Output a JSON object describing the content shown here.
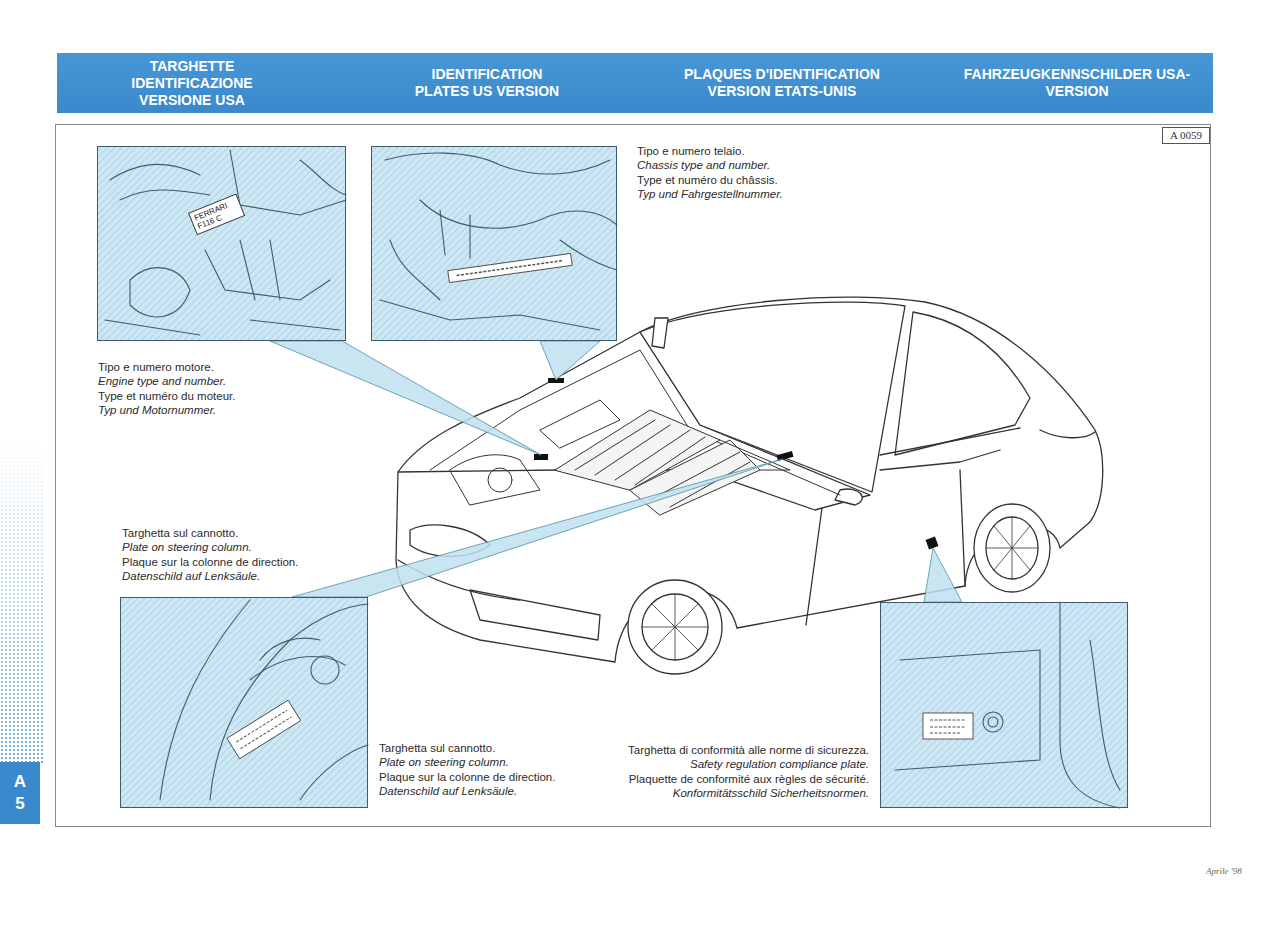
{
  "diagram": {
    "nodes": [
      {
        "text": [
          "TARGHETTE IDENTIFICAZIONE VERSIONE USA",
          "IDENTIFICATION PLATES US VERSION",
          "PLAQUES D'IDENTIFICATION VERSION ETATS-UNIS",
          "FAHRZEUGKENNSCHILDER USA-VERSION"
        ]
      },
      {
        "text": [
          "A 0059"
        ]
      },
      {
        "text": [
          "Tipo e numero motore.",
          "Engine type and number.",
          "Type et numéro du moteur.",
          "Typ und Motornummer."
        ]
      },
      {
        "text": [
          "Tipo e numero telaio.",
          "Chassis type and number.",
          "Type et numéro du châssis.",
          "Typ und Fahrgestellnummer."
        ]
      },
      {
        "text": [
          "Targhetta sul cannotto.",
          "Plate on steering column.",
          "Plaque sur la colonne de direction.",
          "Datenschild auf Lenksäule."
        ]
      },
      {
        "text": [
          "Targhetta di conformità alle norme di sicurezza.",
          "Safety regulation compliance plate.",
          "Plaquette de conformité aux règles de sécurité.",
          "Konformitätsschild Sicherheitsnormen."
        ]
      },
      {
        "text": [
          "A",
          "5"
        ]
      }
    ],
    "labels": [
      "FERRARI F116 C",
      "Targhetta sul cannotto.",
      "Plate on steering column.",
      "Plaque sur la colonne de direction.",
      "Datenschild auf Lenksäule.",
      "Aprile '98"
    ]
  }
}
